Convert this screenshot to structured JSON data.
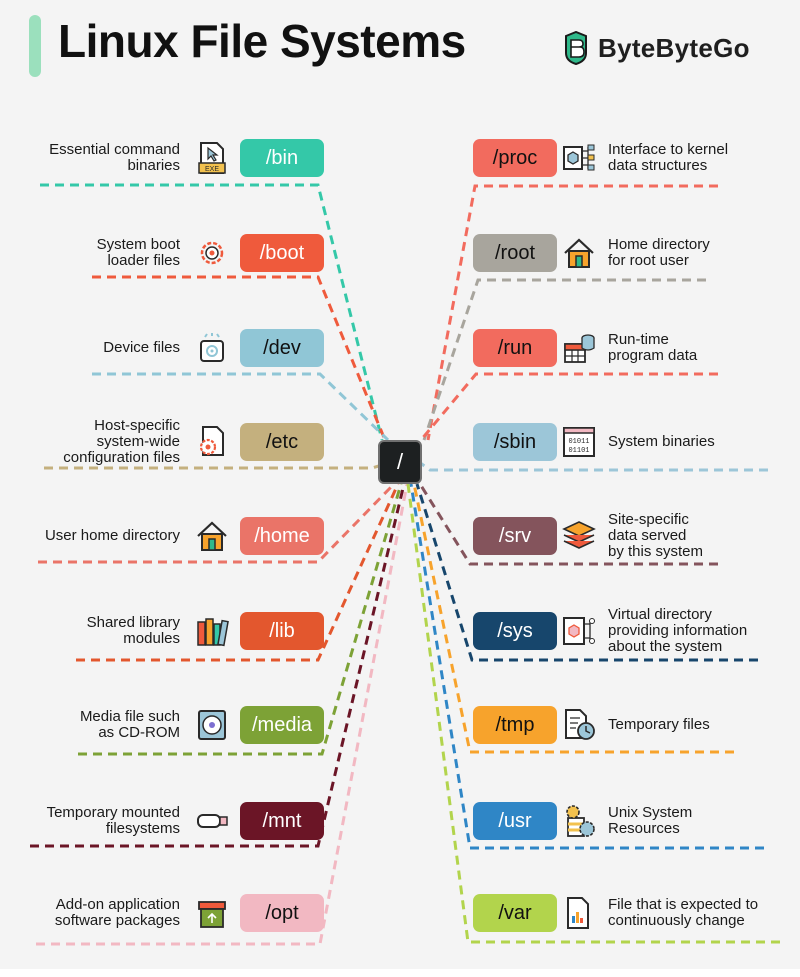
{
  "header": {
    "title": "Linux File Systems",
    "brand": "ByteByteGo",
    "accent_color": "#9be0bd"
  },
  "root": {
    "label": "/"
  },
  "left": [
    {
      "path": "/bin",
      "desc": [
        "Essential command",
        "binaries"
      ],
      "icon": "exe-file-cursor-icon",
      "color": "#34c8a8",
      "text_dark": false
    },
    {
      "path": "/boot",
      "desc": [
        "System boot",
        "loader files"
      ],
      "icon": "gear-icon",
      "color": "#ef5a3c",
      "text_dark": false
    },
    {
      "path": "/dev",
      "desc": [
        "Device files"
      ],
      "icon": "device-icon",
      "color": "#90c6d6",
      "text_dark": true
    },
    {
      "path": "/etc",
      "desc": [
        "Host-specific",
        "system-wide",
        "configuration files"
      ],
      "icon": "config-file-gear-icon",
      "color": "#c4b07e",
      "text_dark": true
    },
    {
      "path": "/home",
      "desc": [
        "User home directory"
      ],
      "icon": "house-icon",
      "color": "#ea7468",
      "text_dark": false
    },
    {
      "path": "/lib",
      "desc": [
        "Shared library",
        "modules"
      ],
      "icon": "books-icon",
      "color": "#e3572e",
      "text_dark": false
    },
    {
      "path": "/media",
      "desc": [
        "Media file such",
        "as CD-ROM"
      ],
      "icon": "cd-rom-icon",
      "color": "#7da236",
      "text_dark": false
    },
    {
      "path": "/mnt",
      "desc": [
        "Temporary mounted",
        "filesystems"
      ],
      "icon": "usb-drive-icon",
      "color": "#6b1526",
      "text_dark": false
    },
    {
      "path": "/opt",
      "desc": [
        "Add-on application",
        "software packages"
      ],
      "icon": "package-box-icon",
      "color": "#f2b8c2",
      "text_dark": true
    }
  ],
  "right": [
    {
      "path": "/proc",
      "desc": [
        "Interface to kernel",
        "data structures"
      ],
      "icon": "kernel-structure-icon",
      "color": "#f26b5e",
      "text_dark": true
    },
    {
      "path": "/root",
      "desc": [
        "Home directory",
        "for root user"
      ],
      "icon": "house-icon",
      "color": "#a8a59d",
      "text_dark": true
    },
    {
      "path": "/run",
      "desc": [
        "Run-time",
        "program data"
      ],
      "icon": "runtime-data-icon",
      "color": "#f26b5e",
      "text_dark": true
    },
    {
      "path": "/sbin",
      "desc": [
        "System binaries"
      ],
      "icon": "binary-window-icon",
      "color": "#9cc6d8",
      "text_dark": true
    },
    {
      "path": "/srv",
      "desc": [
        "Site-specific",
        "data served",
        "by this system"
      ],
      "icon": "layered-stack-icon",
      "color": "#84545c",
      "text_dark": false
    },
    {
      "path": "/sys",
      "desc": [
        "Virtual directory",
        "providing information",
        "about the system"
      ],
      "icon": "virtual-cube-icon",
      "color": "#17466c",
      "text_dark": false
    },
    {
      "path": "/tmp",
      "desc": [
        "Temporary files"
      ],
      "icon": "temp-file-clock-icon",
      "color": "#f7a32c",
      "text_dark": true
    },
    {
      "path": "/usr",
      "desc": [
        "Unix System",
        "Resources"
      ],
      "icon": "resources-gears-icon",
      "color": "#2f86c6",
      "text_dark": false
    },
    {
      "path": "/var",
      "desc": [
        "File that is expected to",
        "continuously change"
      ],
      "icon": "chart-file-icon",
      "color": "#b2d44c",
      "text_dark": true
    }
  ]
}
